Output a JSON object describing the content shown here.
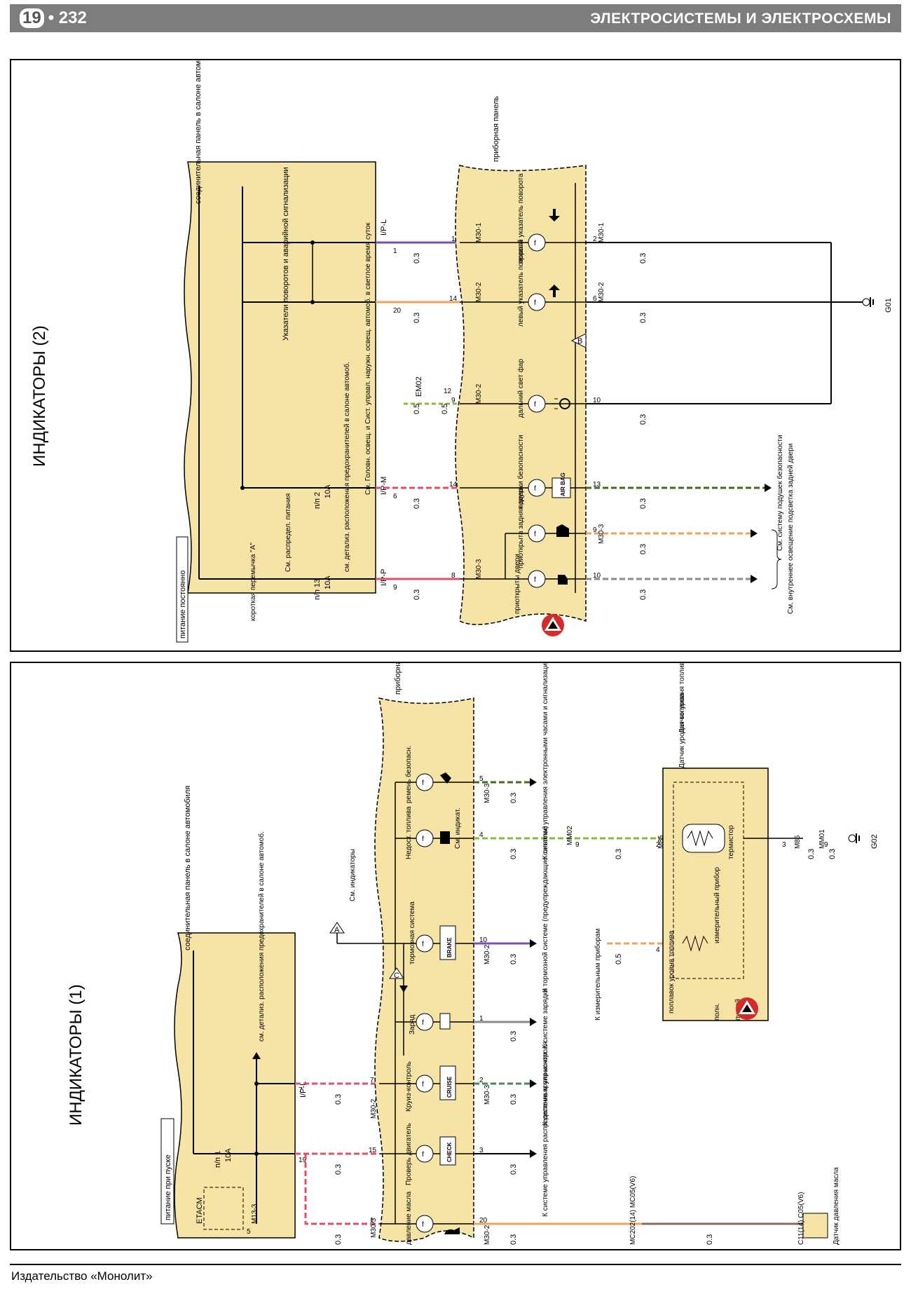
{
  "header": {
    "chapter": "19",
    "page": "232",
    "section": "ЭЛЕКТРОСИСТЕМЫ И ЭЛЕКТРОСХЕМЫ"
  },
  "footer": {
    "publisher": "Издательство «Монолит»"
  },
  "colors": {
    "panel_fill": "#f6e3a6",
    "header_bg": "#7d7d7d",
    "wire_violet": "#7a4fb6",
    "wire_orange": "#f0a35a",
    "wire_red": "#e0506a",
    "wire_green": "#8ab83a",
    "wire_gray": "#8a8a8a",
    "wire_brown": "#8a6a5a",
    "warning_red": "#d42a2a"
  },
  "diagram2": {
    "title": "ИНДИКАТОРЫ (2)",
    "power_label": "питание постоянно",
    "jumper_label": "короткая перемычка \"A\"",
    "distrib_label": "См. распредел. питания",
    "fuse13": "п/п 13",
    "fuse13_rating": "10A",
    "fuse2": "п/п 2",
    "fuse2_rating": "10A",
    "fuse_details": "см. детализ. расположения предохранителей в салоне автомоб.",
    "junction_label": "соединительная панель в салоне автомобиля",
    "turn_hazard_label": "Указатели поворотов и аварийной сигнализации",
    "headlight_note": "См. Головн. освещ. и Сист. управл. наружн. освещ. автомоб. в светлое время суток",
    "cluster_label": "приборная панель",
    "conn_ipl": "I/P-L",
    "conn_ipm": "I/P-M",
    "conn_ipp": "I/P-P",
    "conn_em02": "EM02",
    "conn_m30_1": "M30-1",
    "conn_m30_2": "M30-2",
    "conn_m30_3": "M30-3",
    "pin_1": "1",
    "pin_20": "20",
    "pin_6": "6",
    "pin_9": "9",
    "pin_12": "12",
    "pin_14": "14",
    "pin_8": "8",
    "pin_2": "2",
    "pin_10": "10",
    "pin_13": "13",
    "wire_03": "0.3",
    "wire_05": "0.5",
    "ind_right": "правый указатель поворота",
    "ind_left": "левый указатель поворота",
    "ind_high": "дальний свет фар",
    "ind_airbag": "подушки безопасности",
    "airbag_badge": "AIR BAG",
    "ind_trunk": "приоткрыта задняя дверь",
    "ind_door": "приоткрыты двери",
    "ground": "G01",
    "ref_b": "B",
    "airbag_ref": "См. систему подушек безопасности",
    "courtesy_ref": "См. внутреннее освещение подсветка задней двери"
  },
  "diagram1": {
    "title": "ИНДИКАТОРЫ (1)",
    "power_label": "питание при пуске",
    "etacm": "ETACM",
    "conn_m13_3": "M13-3",
    "pin_5": "5",
    "fuse1": "п/п 1",
    "fuse1_rating": "10A",
    "fuse_details": "см. детализ. расположения предохранителей в салоне автомоб.",
    "junction_label": "соединительная панель в салоне автомобиля",
    "cluster_label": "приборная панель",
    "see_indicators": "См. индикаторы",
    "conn_ipl": "I/P-L",
    "conn_m30_2": "M30-2",
    "conn_m30_3": "M30-3",
    "conn_mm02": "MM02",
    "conn_m85": "M85",
    "conn_mm01": "MM01",
    "conn_mc": "MC202(14) MC05(V6)",
    "conn_c": "C11(14) C05(V6)",
    "pin_19": "19",
    "pin_7": "7",
    "pin_1": "1",
    "pin_15": "15",
    "pin_20": "20",
    "pin_3": "3",
    "pin_2": "2",
    "pin_10": "10",
    "pin_4": "4",
    "pin_9": "9",
    "wire_03": "0.3",
    "wire_05": "0.5",
    "ind_oil": "давление масла",
    "ind_check": "Проверь двигатель",
    "check_badge": "CHECK",
    "ind_cruise": "Круиз-контроль",
    "cruise_badge": "CRUISE",
    "ind_charge": "Заряд",
    "ind_brake": "тормозная система",
    "brake_badge": "BRAKE",
    "ind_fuel": "Недост. топлива",
    "ind_belt": "ремень безопасн.",
    "see_ind": "См. индикат.",
    "ref_a": "A",
    "ref_c": "C",
    "ref_engine": "К системе управления распределенным впрыском",
    "ref_cruise": "К системе круиз-контроля",
    "ref_charge": "К системе зарядки",
    "ref_brake": "К тормозной системе (предупреждающие сигналы)",
    "ref_gauges": "К измерительным приборам",
    "ref_clock": "К системе управления электронными часами и сигнализацией",
    "fuel_sender": "Датчик уровня топлива и электродвигатель топливного насоса",
    "fuel_sender_inner": "Датчик уровня топлива",
    "thermistor": "термистор",
    "gauge": "измерительный прибор",
    "float": "поплавок уровня топлива",
    "full": "полн.",
    "empty": "пустой",
    "ground": "G02",
    "oil_switch": "Датчик давления масла"
  }
}
